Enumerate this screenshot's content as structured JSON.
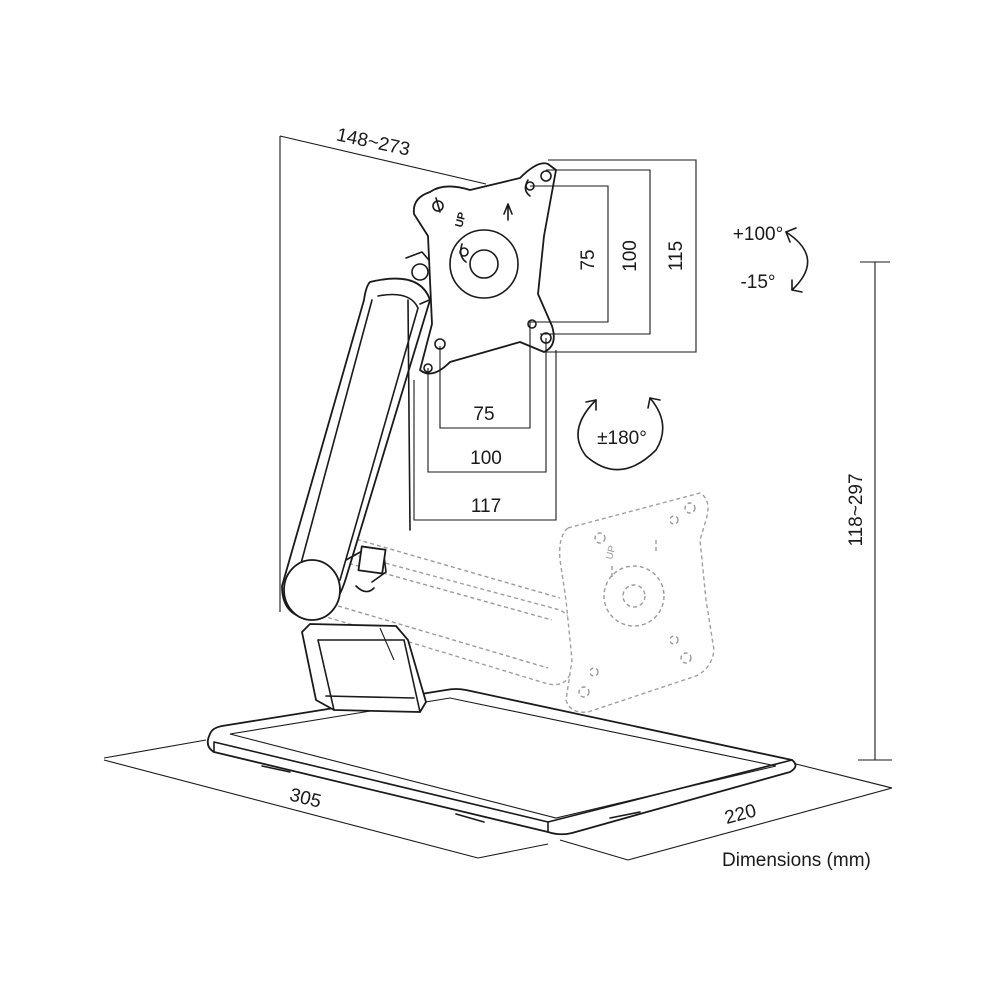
{
  "dimensions": {
    "arm_reach": "148~273",
    "vesa_outer_height": "115",
    "vesa_mid_height": "100",
    "vesa_inner_height": "75",
    "vesa_inner_width": "75",
    "vesa_mid_width": "100",
    "vesa_outer_width": "117",
    "height_range": "118~297",
    "base_length": "305",
    "base_width": "220"
  },
  "rotations": {
    "tilt_up": "+100°",
    "tilt_down": "-15°",
    "swivel": "±180°"
  },
  "plate_marking": "UP",
  "footer": {
    "units_note": "Dimensions (mm)"
  }
}
